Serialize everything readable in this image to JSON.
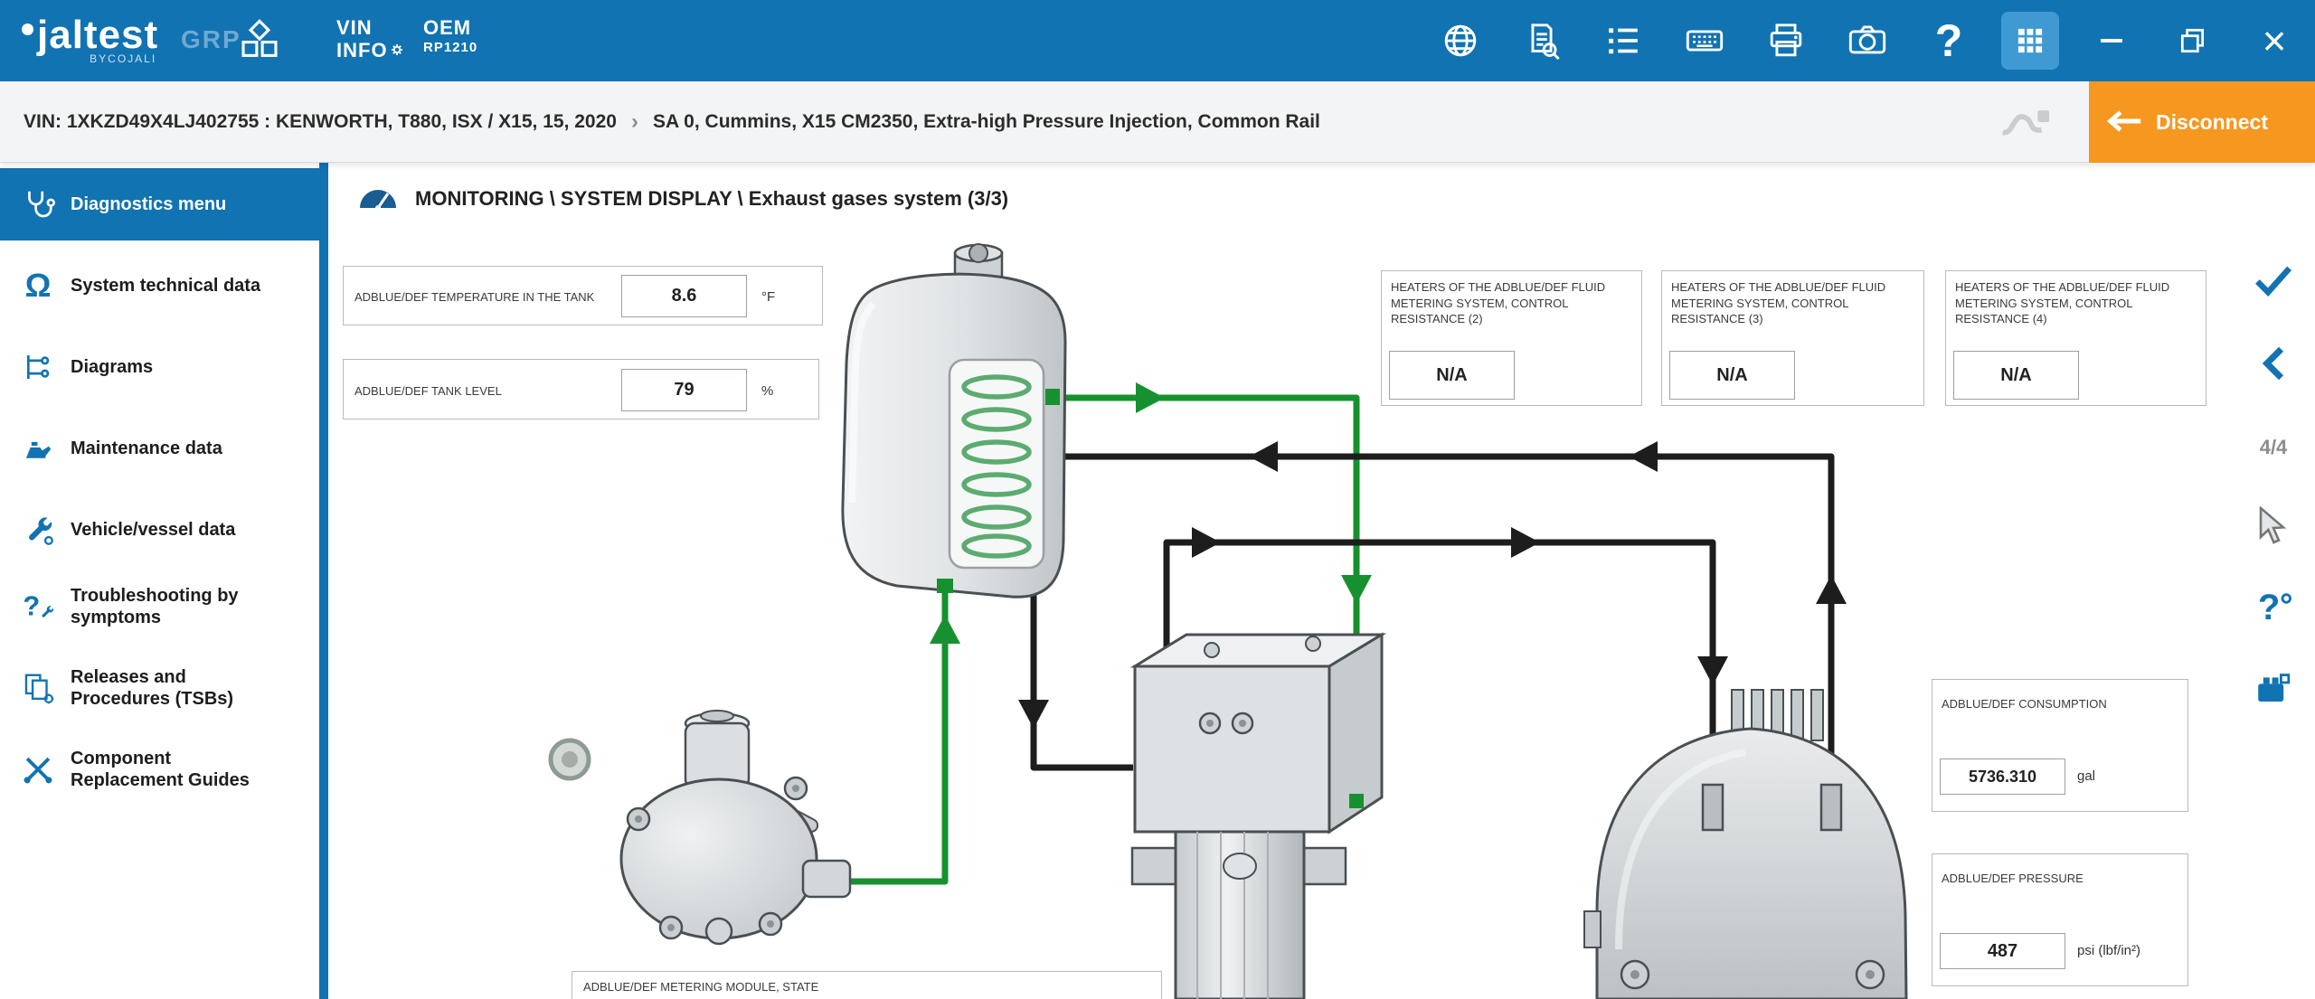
{
  "topbar": {
    "brand": "jaltest",
    "byline": "BYCOJALI",
    "grp": "GRP",
    "vin_info_line1": "VIN",
    "vin_info_line2": "INFO",
    "oem_line1": "OEM",
    "oem_line2": "RP1210",
    "icons": [
      "cubes-icon",
      "globe-icon",
      "report-icon",
      "list-icon",
      "keyboard-icon",
      "printer-icon",
      "camera-icon",
      "help-icon",
      "apps-grid-icon"
    ],
    "window_icons": [
      "minimize-icon",
      "restore-icon",
      "close-icon"
    ],
    "close_glyph": "×"
  },
  "vinbar": {
    "vin": "VIN: 1XKZD49X4LJ402755 : KENWORTH, T880, ISX / X15, 15, 2020",
    "separator": "›",
    "system": "SA 0, Cummins, X15 CM2350, Extra-high Pressure Injection, Common Rail",
    "disconnect": "Disconnect"
  },
  "sidebar": {
    "items": [
      {
        "label": "Diagnostics menu"
      },
      {
        "label": "System technical data"
      },
      {
        "label": "Diagrams"
      },
      {
        "label": "Maintenance data"
      },
      {
        "label": "Vehicle/vessel data"
      },
      {
        "label": "Troubleshooting by symptoms"
      },
      {
        "label": "Releases and Procedures (TSBs)"
      },
      {
        "label": "Component Replacement Guides"
      }
    ]
  },
  "content": {
    "breadcrumb": "MONITORING \\ SYSTEM DISPLAY \\ Exhaust gases system (3/3)",
    "pager": "4/4",
    "fields": {
      "temperature": {
        "label": "ADBLUE/DEF TEMPERATURE IN THE TANK",
        "value": "8.6",
        "unit": "°F"
      },
      "level": {
        "label": "ADBLUE/DEF TANK LEVEL",
        "value": "79",
        "unit": "%"
      },
      "heaters": [
        {
          "label": "HEATERS OF THE ADBLUE/DEF FLUID METERING SYSTEM, CONTROL RESISTANCE (2)",
          "value": "N/A"
        },
        {
          "label": "HEATERS OF THE ADBLUE/DEF FLUID METERING SYSTEM, CONTROL RESISTANCE (3)",
          "value": "N/A"
        },
        {
          "label": "HEATERS OF THE ADBLUE/DEF FLUID METERING SYSTEM, CONTROL RESISTANCE (4)",
          "value": "N/A"
        }
      ],
      "consumption": {
        "label": "ADBLUE/DEF CONSUMPTION",
        "value": "5736.310",
        "unit": "gal"
      },
      "pressure": {
        "label": "ADBLUE/DEF PRESSURE",
        "value": "487",
        "unit": "psi (lbf/in²)"
      },
      "metering_state": {
        "label": "ADBLUE/DEF METERING MODULE, STATE"
      }
    }
  }
}
